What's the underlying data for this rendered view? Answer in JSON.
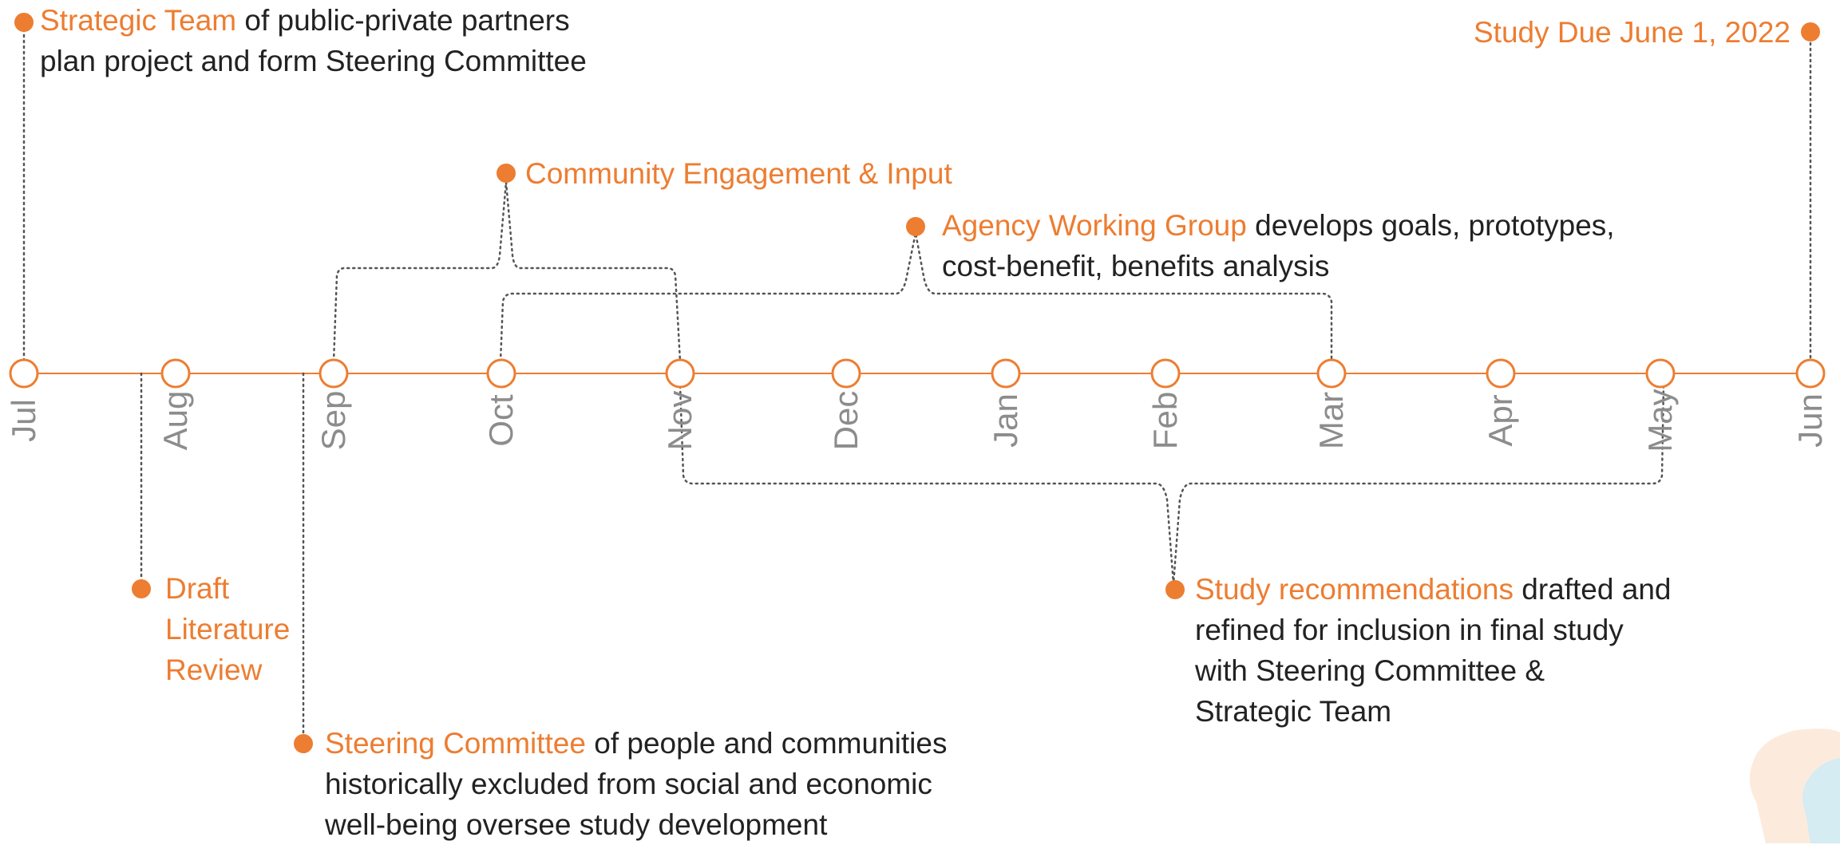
{
  "colors": {
    "accent": "#ED7D31",
    "month_label": "#8c8c8c",
    "text": "#222222",
    "connector": "#555555"
  },
  "months": [
    "Jul",
    "Aug",
    "Sep",
    "Oct",
    "Nov",
    "Dec",
    "Jan",
    "Feb",
    "Mar",
    "Apr",
    "May",
    "Jun"
  ],
  "events": {
    "strategic_team": {
      "highlight": "Strategic Team",
      "rest_line1": " of public-private partners",
      "line2": "plan project and form Steering Committee"
    },
    "study_due": {
      "highlight": "Study Due June 1, 2022"
    },
    "community": {
      "highlight": "Community Engagement & Input"
    },
    "agency": {
      "highlight": "Agency Working Group",
      "rest_line1": " develops goals, prototypes,",
      "line2": "cost-benefit, benefits analysis"
    },
    "literature": {
      "line1": "Draft",
      "line2": "Literature",
      "line3": "Review"
    },
    "steering": {
      "highlight": "Steering Committee",
      "rest_line1": " of people and communities",
      "line2": "historically excluded from social and economic",
      "line3": "well-being oversee study development"
    },
    "recommendations": {
      "highlight": "Study recommendations",
      "rest_line1": " drafted and",
      "line2": "refined for inclusion in final study",
      "line3": "with Steering Committee &",
      "line4": "Strategic Team"
    }
  }
}
